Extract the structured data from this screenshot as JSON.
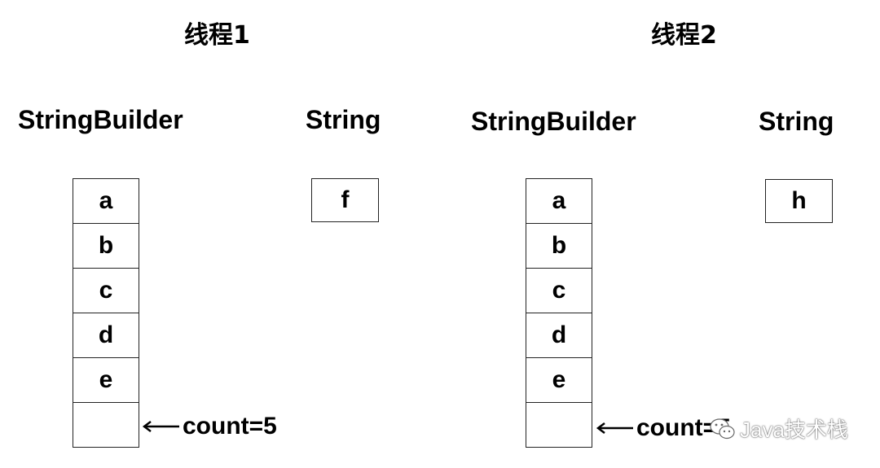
{
  "thread1": {
    "title": "线程1",
    "builder_label": "StringBuilder",
    "string_label": "String",
    "cells": [
      "a",
      "b",
      "c",
      "d",
      "e",
      ""
    ],
    "string_value": "f",
    "pointer_text": "count=5"
  },
  "thread2": {
    "title": "线程2",
    "builder_label": "StringBuilder",
    "string_label": "String",
    "cells": [
      "a",
      "b",
      "c",
      "d",
      "e",
      ""
    ],
    "string_value": "h",
    "pointer_text": "count=5"
  },
  "watermark": {
    "text": "Java技术栈",
    "icon": "wechat-icon"
  }
}
